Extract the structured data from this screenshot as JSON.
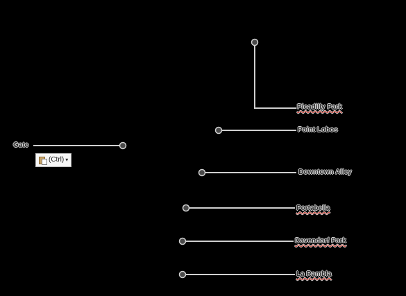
{
  "canvas": {
    "background": "#000000",
    "connector_color": "#cfcfcf",
    "marker_color": "#4a4a4a",
    "spellcheck_underline_color": "#d43a2f"
  },
  "callouts": [
    {
      "id": "gate",
      "label": "Gate"
    },
    {
      "id": "picadilly-park",
      "label": "Picadilly Park"
    },
    {
      "id": "point-lobos",
      "label": "Point Lobos"
    },
    {
      "id": "downtown-alley",
      "label": "Downtown Alley"
    },
    {
      "id": "portabella",
      "label": "Portabella"
    },
    {
      "id": "davendorf-park",
      "label": "Davendorf Park"
    },
    {
      "id": "la-rambla",
      "label": "La Rambla"
    }
  ],
  "paste_options": {
    "label": "(Ctrl)",
    "icon": "clipboard-paste-icon",
    "caret_icon": "chevron-down-icon"
  }
}
